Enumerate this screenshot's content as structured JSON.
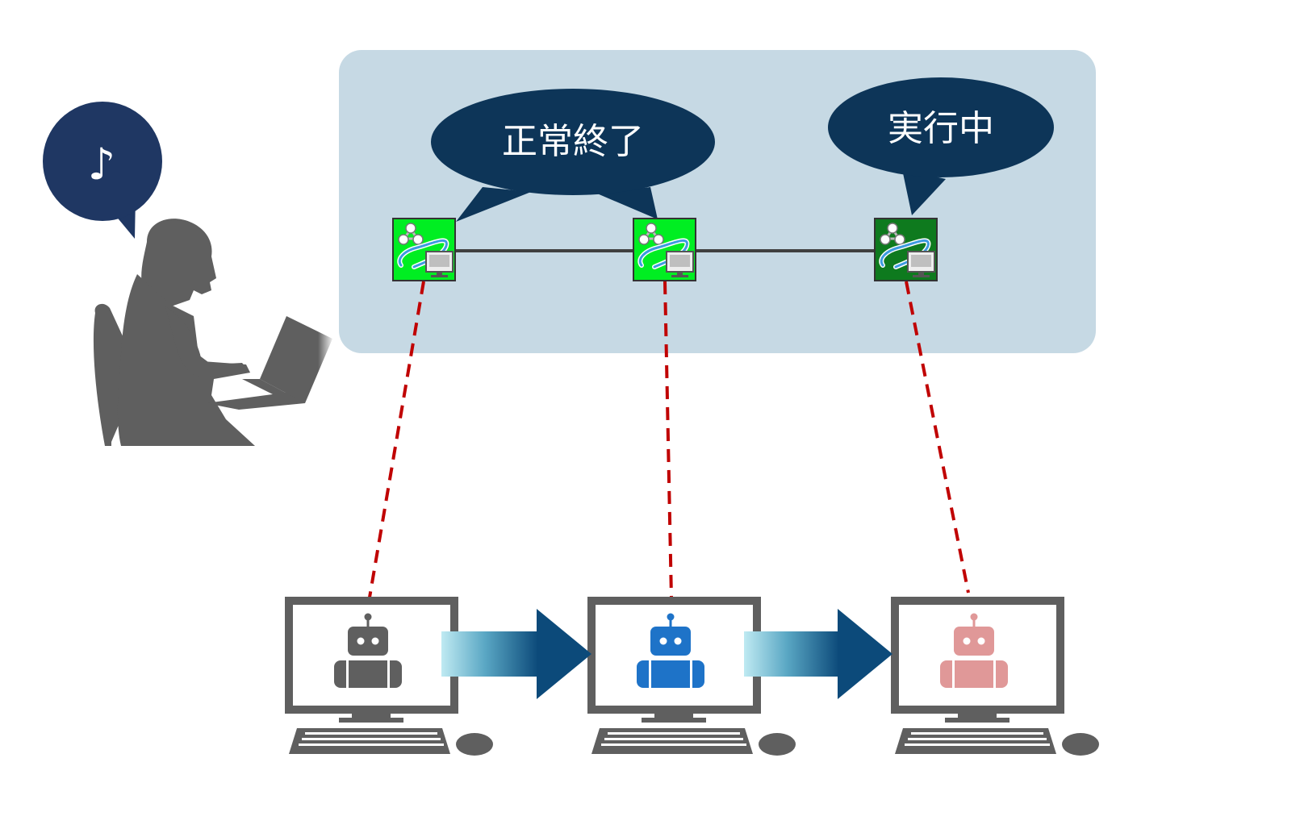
{
  "user": {
    "speech_symbol": "♪"
  },
  "jobs": [
    {
      "status_label": "正常終了",
      "icon_state": "complete",
      "robot_state": "done"
    },
    {
      "status_label": "",
      "icon_state": "complete",
      "robot_state": "running"
    },
    {
      "status_label": "実行中",
      "icon_state": "running",
      "robot_state": "waiting"
    }
  ],
  "colors": {
    "panel_bg": "#c6d9e4",
    "bubble_fill": "#0d3558",
    "user_bubble_fill": "#1f3763",
    "silhouette": "#5f5f5f",
    "icon_complete": "#00ee22",
    "icon_running": "#0e7a1e",
    "dashed_line": "#c00000",
    "robot_done": "#5f5f5f",
    "robot_running": "#1e73c8",
    "robot_waiting": "#e09898",
    "arrow_dark": "#0c4a7a",
    "arrow_light": "#bfeaf2",
    "monitor": "#5f5f5f"
  },
  "icons": [
    "job-node-icon",
    "robot-icon",
    "computer-icon",
    "mouse-icon",
    "keyboard-icon",
    "music-note-icon"
  ]
}
